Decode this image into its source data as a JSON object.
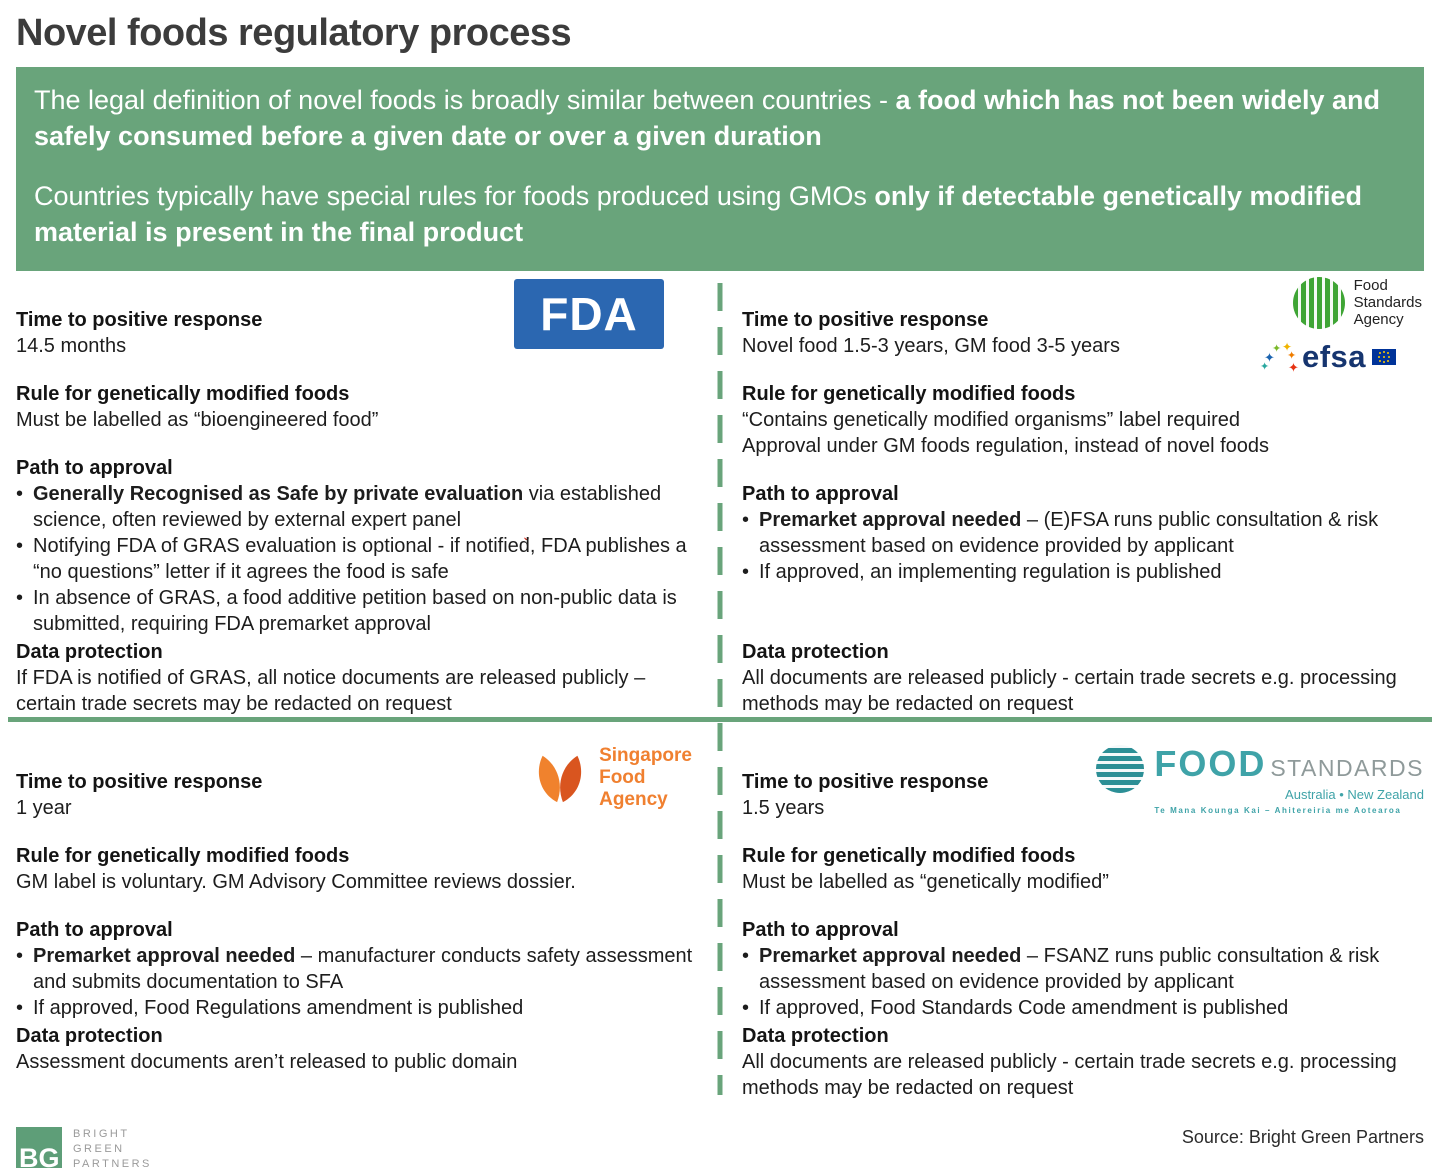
{
  "title": "Novel foods regulatory process",
  "banner": {
    "p1_normal": "The legal definition of novel foods is broadly similar between countries - ",
    "p1_bold": "a food which has not been widely and safely consumed before a given date or over a given duration",
    "p2_normal": "Countries typically have special rules for foods produced using GMOs ",
    "p2_bold": "only if detectable genetically modified material is present in the final product"
  },
  "labels": {
    "time": "Time to positive response",
    "rule": "Rule for genetically modified foods",
    "path": "Path to approval",
    "data": "Data protection"
  },
  "fda": {
    "time": "14.5 months",
    "rule": [
      "Must be labelled as “bioengineered food”"
    ],
    "bullets": [
      {
        "bold": "Generally Recognised as Safe by private evaluation",
        "text": " via established science, often reviewed by external expert panel"
      },
      {
        "bold": "",
        "text": "Notifying FDA of GRAS evaluation is optional - if notified, FDA publishes a “no questions” letter if it agrees the food is safe"
      },
      {
        "bold": "",
        "text": "In absence of GRAS, a food additive petition based on non-public data is submitted, requiring FDA premarket approval"
      }
    ],
    "data": "If FDA is notified of GRAS, all notice documents are released publicly – certain trade secrets may be redacted on request"
  },
  "fsa": {
    "time": "Novel food 1.5-3 years, GM food 3-5 years",
    "rule": [
      "“Contains genetically modified organisms” label required",
      "Approval under GM foods regulation, instead of novel foods"
    ],
    "bullets": [
      {
        "bold": "Premarket approval needed",
        "text": " – (E)FSA runs public consultation & risk assessment based on evidence provided by applicant"
      },
      {
        "bold": "",
        "text": "If approved, an implementing regulation is published"
      }
    ],
    "data": "All documents are released publicly - certain trade secrets e.g. processing methods may be redacted on request"
  },
  "sfa": {
    "time": "1 year",
    "rule": [
      "GM label is voluntary. GM Advisory Committee reviews dossier."
    ],
    "bullets": [
      {
        "bold": "Premarket approval needed",
        "text": " – manufacturer conducts safety assessment and submits documentation to SFA"
      },
      {
        "bold": "",
        "text": "If approved, Food Regulations amendment is published"
      }
    ],
    "data": "Assessment documents aren’t released to public domain"
  },
  "fsanz": {
    "time": "1.5 years",
    "rule": [
      "Must be labelled as “genetically modified”"
    ],
    "bullets": [
      {
        "bold": "Premarket approval needed",
        "text": " – FSANZ runs public consultation & risk assessment based on evidence provided by applicant"
      },
      {
        "bold": "",
        "text": "If approved, Food Standards Code amendment is published"
      }
    ],
    "data": "All documents are released publicly - certain trade secrets e.g. processing methods may be redacted on request"
  },
  "logos": {
    "fda_text": "FDA",
    "fsa_agency": {
      "line1": "Food",
      "line2": "Standards",
      "line3": "Agency"
    },
    "efsa_text": "efsa",
    "sfa_agency": {
      "line1": "Singapore",
      "line2": "Food",
      "line3": "Agency"
    },
    "fsanz_brand": {
      "word1": "FOOD",
      "word2": "STANDARDS",
      "region": "Australia • New Zealand",
      "maori": "Te Mana Kounga Kai – Ahitereiria me Aotearoa"
    },
    "bg": {
      "initials": "BG",
      "line1": "BRIGHT",
      "line2": "GREEN",
      "line3": "PARTNERS"
    }
  },
  "annotations": {
    "red_caret": "ˇ"
  },
  "footer": {
    "source": "Source: Bright Green Partners"
  },
  "colors": {
    "banner_green": "#69a47b",
    "fda_blue": "#2b67b1",
    "fsa_green": "#3fa535",
    "efsa_blue": "#16356f",
    "sfa_orange": "#f08030",
    "fsanz_teal": "#3fa3a8",
    "bg_green": "#5e9e78"
  }
}
